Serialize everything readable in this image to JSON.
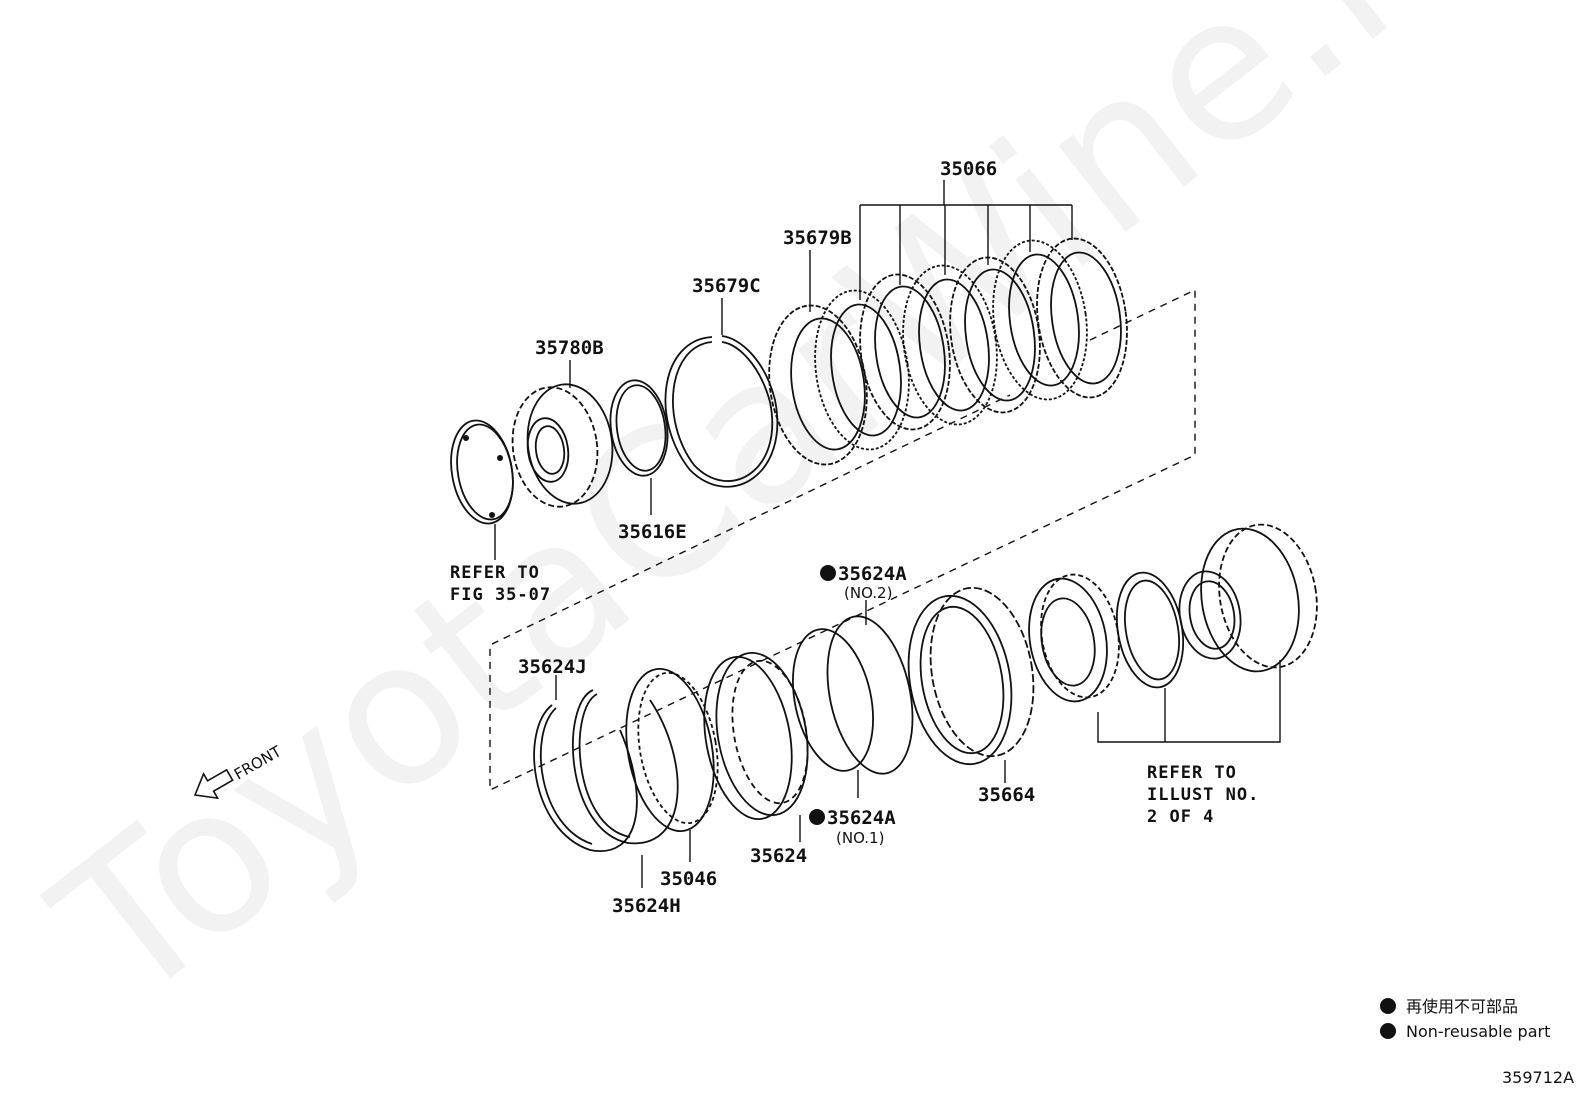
{
  "watermark": "ToyotaCarWine.ru",
  "labels": {
    "p35066": "35066",
    "p35679B": "35679B",
    "p35679C": "35679C",
    "p35780B": "35780B",
    "p35616E": "35616E",
    "p35624J": "35624J",
    "p35624H": "35624H",
    "p35046": "35046",
    "p35624": "35624",
    "p35624A_top": "35624A",
    "p35624A_top_sub": "(NO.2)",
    "p35624A_bot": "35624A",
    "p35624A_bot_sub": "(NO.1)",
    "p35664": "35664"
  },
  "notes": {
    "refer_fig_1": "REFER TO",
    "refer_fig_2": "FIG 35-07",
    "refer_illust_1": "REFER TO",
    "refer_illust_2": "ILLUST NO.",
    "refer_illust_3": "2 OF 4"
  },
  "front_label": "FRONT",
  "legend": {
    "jp": "再使用不可部品",
    "en": "Non-reusable part"
  },
  "figure_id": "359712A",
  "colors": {
    "line": "#111111",
    "background": "#ffffff"
  }
}
